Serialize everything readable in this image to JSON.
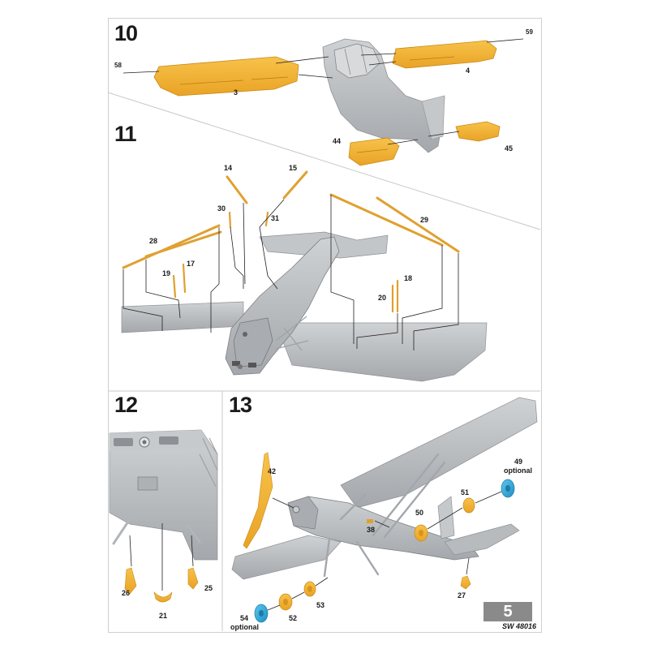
{
  "steps": {
    "s10": "10",
    "s11": "11",
    "s12": "12",
    "s13": "13"
  },
  "parts": {
    "p3": "3",
    "p4": "4",
    "p58": "58",
    "p59": "59",
    "p44": "44",
    "p45": "45",
    "p14": "14",
    "p15": "15",
    "p30": "30",
    "p31": "31",
    "p28": "28",
    "p29": "29",
    "p17": "17",
    "p18": "18",
    "p19": "19",
    "p20": "20",
    "p26": "26",
    "p25": "25",
    "p21": "21",
    "p42": "42",
    "p49": "49",
    "p51": "51",
    "p50": "50",
    "p38": "38",
    "p27": "27",
    "p54": "54",
    "p52": "52",
    "p53": "53"
  },
  "notes": {
    "optional_49": "optional",
    "optional_54": "optional"
  },
  "footer": {
    "page_number": "5",
    "kit_code": "SW 48016"
  },
  "colors": {
    "part_yellow": "#f4b533",
    "part_yellow_dark": "#d9951b",
    "model_grey": "#b9bcbf",
    "model_grey_dark": "#8f9296",
    "clear_blue": "#2aa3d6",
    "strut_orange": "#e0a030"
  }
}
